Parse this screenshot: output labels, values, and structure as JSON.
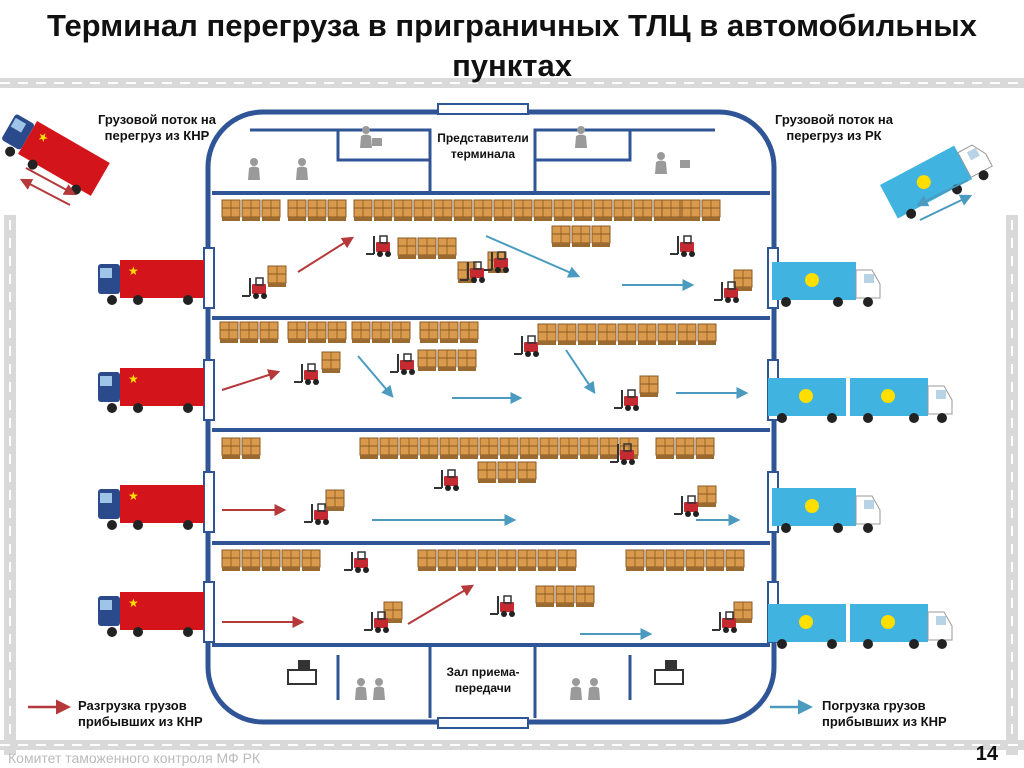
{
  "title": "Терминал перегруза в приграничных ТЛЦ в автомобильных пунктах",
  "labels": {
    "flow_china": "Грузовой поток на перегруз из КНР",
    "flow_kz": "Грузовой поток на перегруз из РК",
    "representatives": "Представители терминала",
    "reception_hall": "Зал приема-передачи",
    "legend_unload": "Разгрузка грузов прибывших из КНР",
    "legend_load": "Погрузка грузов прибывших из КНР"
  },
  "footer": {
    "organization": "Комитет таможенного контроля МФ РК",
    "page_number": "14"
  },
  "colors": {
    "border": "#2f5596",
    "unload_arrow": "#b5383a",
    "load_arrow": "#4a9bbf",
    "china_trailer": "#d3141b",
    "kz_trailer": "#40b3e0",
    "pallet": "#c8883c",
    "forklift": "#b5252a",
    "road": "#d9d9d9"
  },
  "icons": [
    "china-truck-icon",
    "kazakhstan-truck-icon",
    "pallet-icon",
    "forklift-icon",
    "person-icon",
    "handshake-icon",
    "desk-icon"
  ]
}
